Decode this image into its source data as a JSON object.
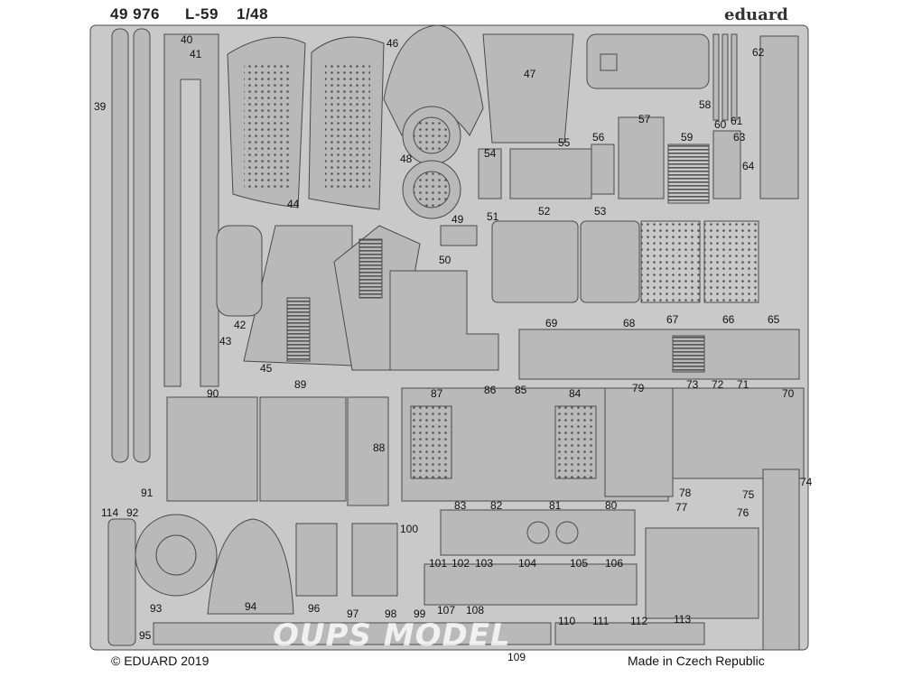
{
  "header": {
    "catalog_number": "49 976",
    "model_name": "L-59",
    "scale": "1/48",
    "brand": "eduard"
  },
  "footer": {
    "copyright": "© EDUARD 2019",
    "origin": "Made in Czech Republic"
  },
  "watermark": "OUPS MODEL",
  "part_numbers": [
    "39",
    "40",
    "41",
    "42",
    "43",
    "44",
    "45",
    "46",
    "47",
    "48",
    "49",
    "50",
    "51",
    "52",
    "53",
    "54",
    "55",
    "56",
    "57",
    "58",
    "59",
    "60",
    "61",
    "62",
    "63",
    "64",
    "65",
    "66",
    "67",
    "68",
    "69",
    "70",
    "71",
    "72",
    "73",
    "74",
    "75",
    "76",
    "77",
    "78",
    "79",
    "80",
    "81",
    "82",
    "83",
    "84",
    "85",
    "86",
    "87",
    "88",
    "89",
    "90",
    "91",
    "92",
    "93",
    "94",
    "95",
    "96",
    "97",
    "98",
    "99",
    "100",
    "101",
    "102",
    "103",
    "104",
    "105",
    "106",
    "107",
    "108",
    "109",
    "110",
    "111",
    "112",
    "113",
    "114"
  ],
  "colors": {
    "fret": "#c9c9c9",
    "part": "#b9b9b9",
    "outline": "#4a4a4a",
    "background": "#ffffff",
    "text": "#111111"
  }
}
